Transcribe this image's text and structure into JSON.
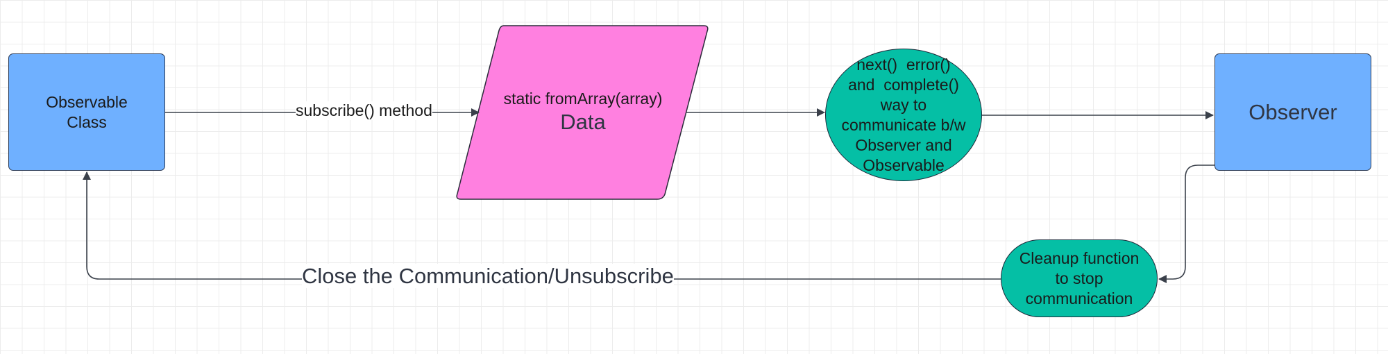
{
  "colors": {
    "blue_node": "#6fb0ff",
    "pink_node": "#ff80e0",
    "teal_node": "#05bfa5",
    "edge": "#3a404a",
    "grid": "#ececec"
  },
  "nodes": {
    "observable_class": {
      "line1": "Observable",
      "line2": "Class"
    },
    "data": {
      "subtitle": "static fromArray(array)",
      "title": "Data"
    },
    "communicate": {
      "lines": [
        "next()  error()",
        "and  complete()",
        "way to",
        "communicate b/w",
        "Observer and",
        "Observable"
      ]
    },
    "observer": {
      "label": "Observer"
    },
    "cleanup": {
      "lines": [
        "Cleanup function",
        "to stop",
        "communication"
      ]
    }
  },
  "edges": {
    "subscribe_label": "subscribe() method",
    "close_label": "Close the Communication/Unsubscribe"
  }
}
